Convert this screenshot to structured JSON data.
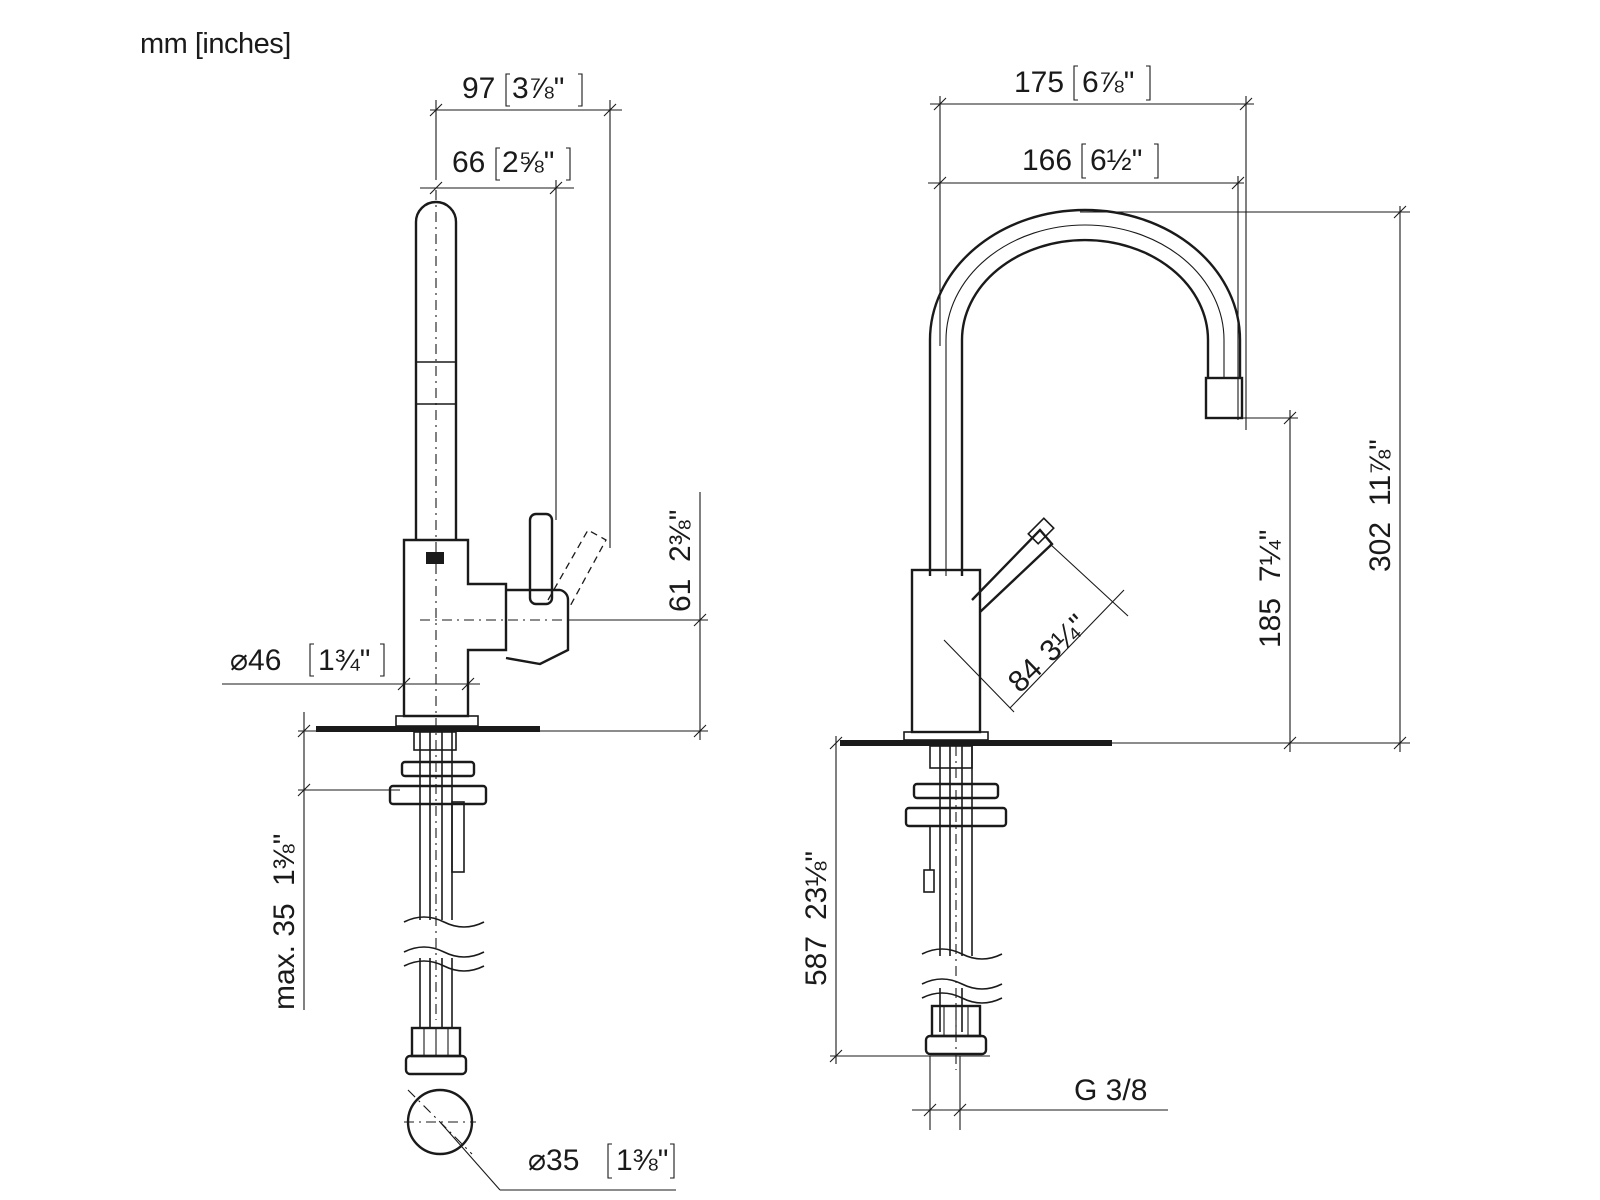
{
  "units_label": "mm [inches]",
  "side_view": {
    "width_97": {
      "mm": "97",
      "inch": "3⅞\""
    },
    "width_66": {
      "mm": "66",
      "inch": "2⅝\""
    },
    "height_61": {
      "mm": "61",
      "inch": "2⅜\""
    },
    "diameter_46": {
      "mm": "⌀46",
      "inch": "1¾\""
    },
    "max_35": {
      "mm": "max. 35",
      "inch": "1⅜\""
    },
    "hole_diameter_35": {
      "mm": "⌀35",
      "inch": "1⅜\""
    }
  },
  "front_view": {
    "width_175": {
      "mm": "175",
      "inch": "6⅞\""
    },
    "width_166": {
      "mm": "166",
      "inch": "6½\""
    },
    "height_302": {
      "mm": "302",
      "inch": "11⅞\""
    },
    "height_185": {
      "mm": "185",
      "inch": "7¼\""
    },
    "lever_84": {
      "mm": "84",
      "inch": "3¼\""
    },
    "hose_587": {
      "mm": "587",
      "inch": "23⅛\""
    },
    "thread": "G 3/8"
  }
}
